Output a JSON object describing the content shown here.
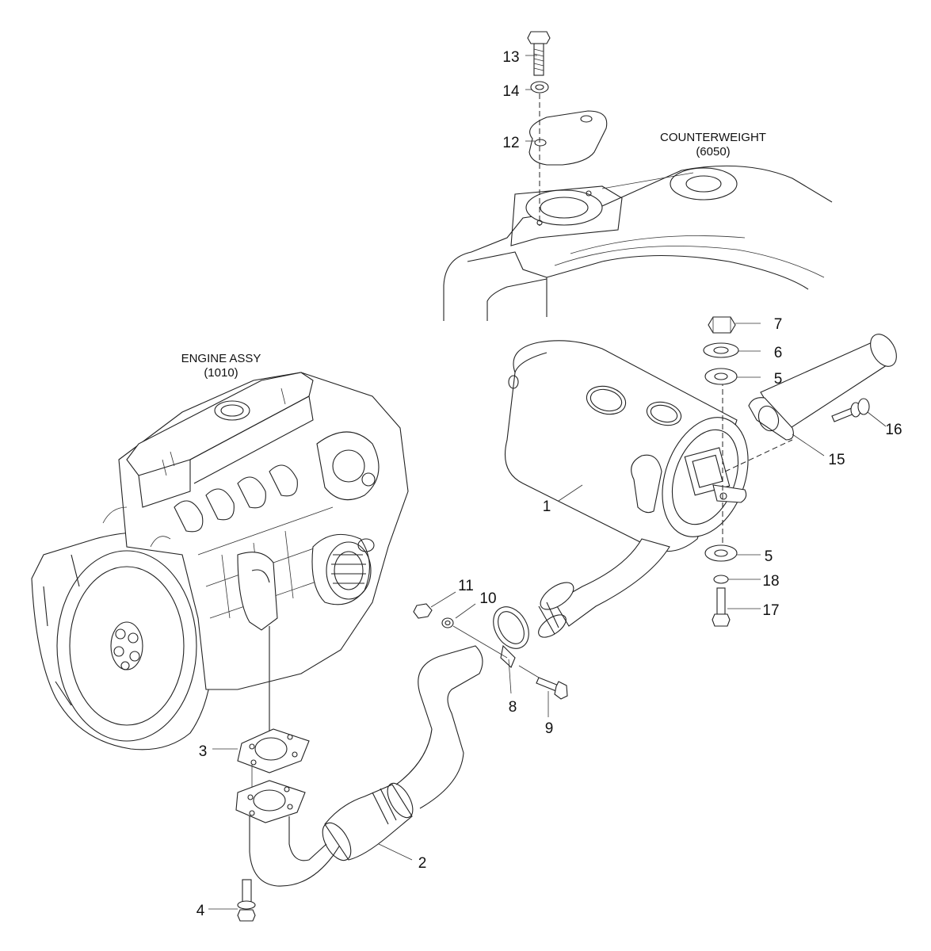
{
  "diagram": {
    "reference_labels": [
      {
        "id": "counterweight",
        "name": "COUNTERWEIGHT",
        "code": "(6050)"
      },
      {
        "id": "engine-assy",
        "name": "ENGINE ASSY",
        "code": "(1010)"
      }
    ],
    "callouts": [
      {
        "id": "c1",
        "number": "1"
      },
      {
        "id": "c2",
        "number": "2"
      },
      {
        "id": "c3",
        "number": "3"
      },
      {
        "id": "c4",
        "number": "4"
      },
      {
        "id": "c5a",
        "number": "5"
      },
      {
        "id": "c5b",
        "number": "5"
      },
      {
        "id": "c6",
        "number": "6"
      },
      {
        "id": "c7",
        "number": "7"
      },
      {
        "id": "c8",
        "number": "8"
      },
      {
        "id": "c9",
        "number": "9"
      },
      {
        "id": "c10",
        "number": "10"
      },
      {
        "id": "c11",
        "number": "11"
      },
      {
        "id": "c12",
        "number": "12"
      },
      {
        "id": "c13",
        "number": "13"
      },
      {
        "id": "c14",
        "number": "14"
      },
      {
        "id": "c15",
        "number": "15"
      },
      {
        "id": "c16",
        "number": "16"
      },
      {
        "id": "c17",
        "number": "17"
      },
      {
        "id": "c18",
        "number": "18"
      }
    ]
  }
}
